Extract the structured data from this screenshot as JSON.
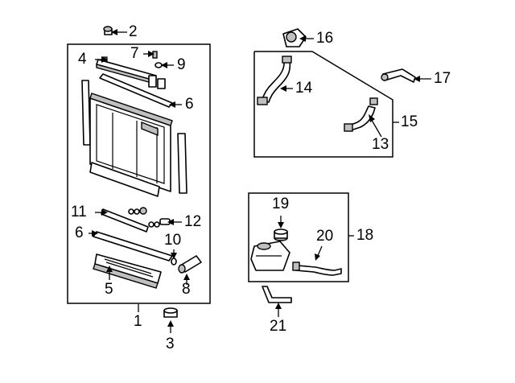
{
  "callouts": [
    {
      "id": "c1",
      "text": "1"
    },
    {
      "id": "c2",
      "text": "2"
    },
    {
      "id": "c3",
      "text": "3"
    },
    {
      "id": "c4",
      "text": "4"
    },
    {
      "id": "c5",
      "text": "5"
    },
    {
      "id": "c6a",
      "text": "6"
    },
    {
      "id": "c6b",
      "text": "6"
    },
    {
      "id": "c7",
      "text": "7"
    },
    {
      "id": "c8",
      "text": "8"
    },
    {
      "id": "c9",
      "text": "9"
    },
    {
      "id": "c10",
      "text": "10"
    },
    {
      "id": "c11",
      "text": "11"
    },
    {
      "id": "c12",
      "text": "12"
    },
    {
      "id": "c13",
      "text": "13"
    },
    {
      "id": "c14",
      "text": "14"
    },
    {
      "id": "c15",
      "text": "15"
    },
    {
      "id": "c16",
      "text": "16"
    },
    {
      "id": "c17",
      "text": "17"
    },
    {
      "id": "c18",
      "text": "18"
    },
    {
      "id": "c19",
      "text": "19"
    },
    {
      "id": "c20",
      "text": "20"
    },
    {
      "id": "c21",
      "text": "21"
    }
  ]
}
